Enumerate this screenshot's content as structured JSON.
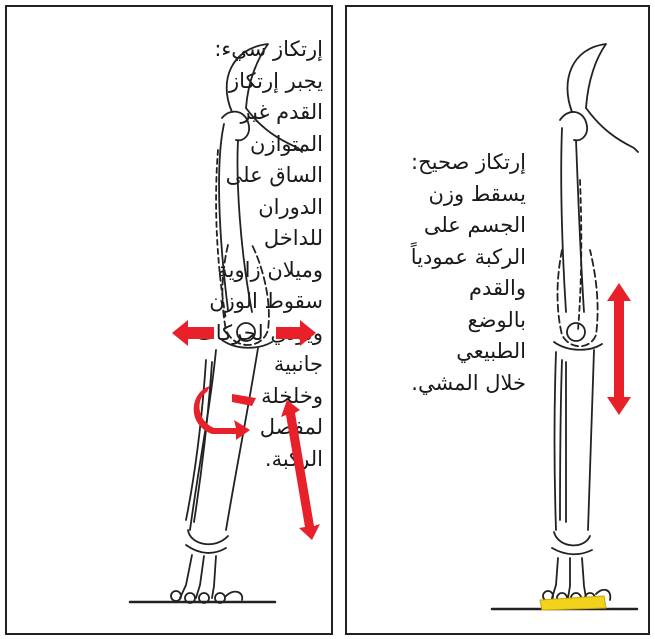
{
  "left_panel": {
    "caption_lines": [
      "إرتكاز سيء:",
      "يجبر إرتكاز",
      "القدم غير",
      "المتوازن",
      "الساق على",
      "الدوران",
      "للداخل",
      "وميلان زاوية",
      "سقوط الوزن",
      "ويؤدي لحركات",
      "جانبية",
      "وخلخلة",
      "لمفصل",
      "الركبة."
    ]
  },
  "right_panel": {
    "caption_lines": [
      "إرتكاز صحيح:",
      "يسقط وزن",
      "الجسم على",
      "الركبة عمودياً",
      "والقدم",
      "بالوضع",
      "الطبيعي",
      "خلال المشي."
    ]
  },
  "colors": {
    "arrow": "#e8202a",
    "outline": "#222222",
    "insole": "#f2d21a"
  }
}
